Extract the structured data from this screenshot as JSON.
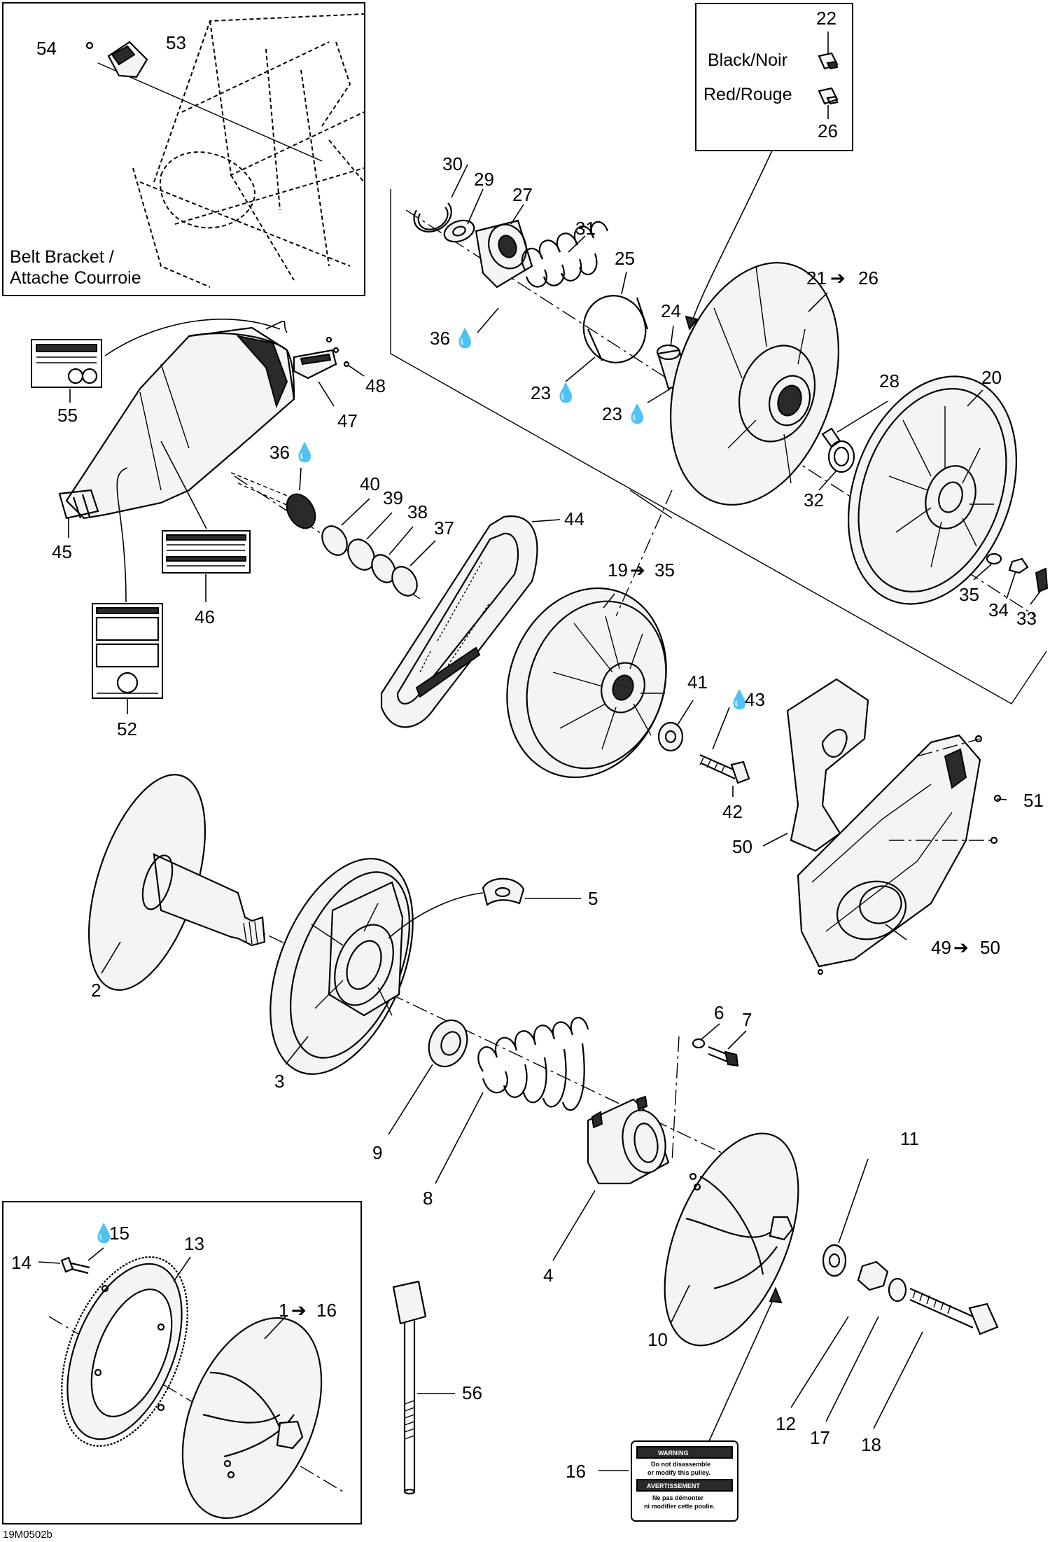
{
  "diagram_id": "19M0502b",
  "belt_bracket_caption": [
    "Belt Bracket /",
    "Attache Courroie"
  ],
  "color_codes": {
    "black": "Black/Noir",
    "red": "Red/Rouge",
    "black_part": "22",
    "red_part": "26"
  },
  "warning_label": {
    "warning_title": "WARNING",
    "warning_text": [
      "Do not disassemble",
      "or modify this pulley."
    ],
    "avert_title": "AVERTISSEMENT",
    "avert_text": [
      "Ne pas démonter",
      "ni modifier cette poulie."
    ]
  },
  "callouts": [
    {
      "id": "c54",
      "text": "54"
    },
    {
      "id": "c53",
      "text": "53"
    },
    {
      "id": "c30",
      "text": "30"
    },
    {
      "id": "c29",
      "text": "29"
    },
    {
      "id": "c27",
      "text": "27"
    },
    {
      "id": "c31",
      "text": "31"
    },
    {
      "id": "c25",
      "text": "25"
    },
    {
      "id": "c24",
      "text": "24"
    },
    {
      "id": "c36a",
      "text": "36"
    },
    {
      "id": "c23a",
      "text": "23"
    },
    {
      "id": "c23b",
      "text": "23"
    },
    {
      "id": "c21",
      "text": "21"
    },
    {
      "id": "c21to",
      "text": "26"
    },
    {
      "id": "c20",
      "text": "20"
    },
    {
      "id": "c28",
      "text": "28"
    },
    {
      "id": "c32",
      "text": "32"
    },
    {
      "id": "c35",
      "text": "35"
    },
    {
      "id": "c34",
      "text": "34"
    },
    {
      "id": "c33",
      "text": "33"
    },
    {
      "id": "c55",
      "text": "55"
    },
    {
      "id": "c48",
      "text": "48"
    },
    {
      "id": "c47",
      "text": "47"
    },
    {
      "id": "c45",
      "text": "45"
    },
    {
      "id": "c46",
      "text": "46"
    },
    {
      "id": "c52",
      "text": "52"
    },
    {
      "id": "c36b",
      "text": "36"
    },
    {
      "id": "c40",
      "text": "40"
    },
    {
      "id": "c39",
      "text": "39"
    },
    {
      "id": "c38",
      "text": "38"
    },
    {
      "id": "c37",
      "text": "37"
    },
    {
      "id": "c44",
      "text": "44"
    },
    {
      "id": "c19",
      "text": "19"
    },
    {
      "id": "c19to",
      "text": "35"
    },
    {
      "id": "c41",
      "text": "41"
    },
    {
      "id": "c43",
      "text": "43"
    },
    {
      "id": "c42",
      "text": "42"
    },
    {
      "id": "c51",
      "text": "51"
    },
    {
      "id": "c50",
      "text": "50"
    },
    {
      "id": "c49",
      "text": "49"
    },
    {
      "id": "c49to",
      "text": "50"
    },
    {
      "id": "c5",
      "text": "5"
    },
    {
      "id": "c2",
      "text": "2"
    },
    {
      "id": "c3",
      "text": "3"
    },
    {
      "id": "c6",
      "text": "6"
    },
    {
      "id": "c7",
      "text": "7"
    },
    {
      "id": "c9",
      "text": "9"
    },
    {
      "id": "c8",
      "text": "8"
    },
    {
      "id": "c4",
      "text": "4"
    },
    {
      "id": "c11",
      "text": "11"
    },
    {
      "id": "c10",
      "text": "10"
    },
    {
      "id": "c14",
      "text": "14"
    },
    {
      "id": "c15",
      "text": "15"
    },
    {
      "id": "c13",
      "text": "13"
    },
    {
      "id": "c1",
      "text": "1"
    },
    {
      "id": "c1to",
      "text": "16"
    },
    {
      "id": "c56",
      "text": "56"
    },
    {
      "id": "c12",
      "text": "12"
    },
    {
      "id": "c17",
      "text": "17"
    },
    {
      "id": "c18",
      "text": "18"
    },
    {
      "id": "c16",
      "text": "16"
    }
  ]
}
